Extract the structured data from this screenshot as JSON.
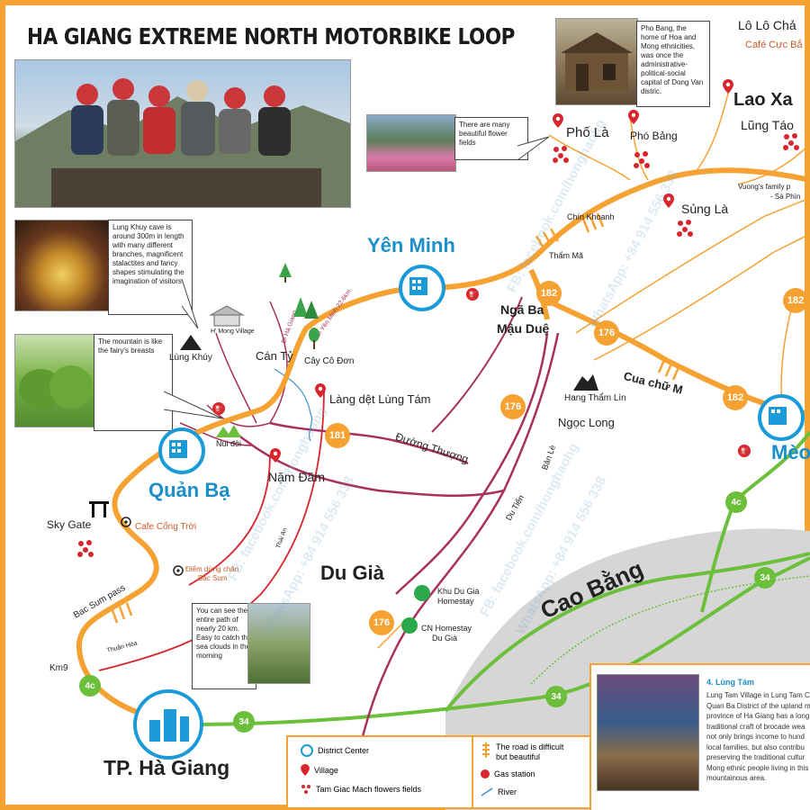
{
  "map_title": "HA GIANG EXTREME NORTH MOTORBIKE LOOP",
  "places": {
    "lo_lo_chai": "Lô Lô Chả",
    "cafe_cuc_bac": "Café Cực Bắ",
    "lao_xa": "Lao Xa",
    "lung_tao": "Lũng Táo",
    "vuong_family": "Vuong's family p",
    "sa_phin": "- Sà Phìn",
    "pho_la": "Phố Là",
    "pho_bang": "Phó Bảng",
    "sung_la": "Sủng Là",
    "chin_khoanh": "Chín Khoanh",
    "tham_ma": "Thẩm Mã",
    "yen_minh": "Yên Minh",
    "nga_ba_mau_due_1": "Ngã Ba",
    "nga_ba_mau_due_2": "Mậu Duệ",
    "cua_chu_m": "Cua chữ M",
    "meo_vac": "Mèo",
    "hang_tham_lin": "Hang Thẩm Lìn",
    "ngoc_long": "Ngọc Long",
    "ban_le": "Bản Lè",
    "du_tien": "Du Tiến",
    "duong_thuong": "Đường Thượng",
    "lung_tam": "Làng dệt Lùng Tám",
    "cay_co_don": "Cây Cô Đơn",
    "can_ty": "Cán Tỷ",
    "hmong_village": "H' Mong Village",
    "lung_khuy": "Lùng Khúy",
    "nui_doi": "Núi đôi",
    "quan_ba": "Quản Bạ",
    "nam_dam": "Nặm Đăm",
    "sky_gate": "Sky Gate",
    "cafe_cong_troi": "Cafe Cổng Trời",
    "diem_dung_1": "Điểm dừng chân",
    "diem_dung_2": "Bắc Sum",
    "bac_sum_pass": "Bac Sum pass",
    "thuan_hoa": "Thuận Hòa",
    "thai_an": "Thái An",
    "km9": "Km9",
    "du_gia": "Du Già",
    "khu_du_gia_1": "Khu Du Già",
    "khu_du_gia_2": "Homestay",
    "cn_homestay_1": "CN Homestay",
    "cn_homestay_2": "Du Già",
    "cao_bang": "Cao Bằng",
    "ha_giang": "TP. Hà Giang",
    "road_to_yen_minh": "Đi Yên Minh 22.6km",
    "road_label_small": "Đi Hà Giang"
  },
  "roads": {
    "r182a": "182",
    "r182b": "182",
    "r182c": "182",
    "r176a": "176",
    "r176b": "176",
    "r176c": "176",
    "r181": "181",
    "r34a": "34",
    "r34b": "34",
    "r34c": "34",
    "r4c_a": "4c",
    "r4c_b": "4c"
  },
  "callouts": {
    "pho_bang_note": "Pho Bang, the home of Hoa and Mong ethnicities, was once the administrative-political-social capital of Dong Van distric.",
    "flowers_note": "There are many beautiful flower fields",
    "lung_khuy_note": "Lung Khuy cave is around 300m in length with many different branches, magnificent stalactites and fancy shapes stimulating the imagination of visitors.",
    "mountain_note": "The mountain is like the fairy's breasts",
    "bac_sum_note": "You can see the entire path of nearly 20 km. Easy to catch the sea clouds in the morning"
  },
  "legend": {
    "district_center": "District Center",
    "village": "Village",
    "flowers": "Tam Giac Mach flowers fields",
    "difficult_road_1": "The road is difficult",
    "difficult_road_2": "but beautiful",
    "gas_station": "Gas station",
    "river": "River"
  },
  "info_box": {
    "heading": "4. Lùng Tám",
    "lines": [
      "Lung Tam Village in Lung Tam C",
      "Quan Ba District of the upland m",
      "province of Ha Giang has a long",
      "traditional craft of brocade wea",
      "not only brings income to hund",
      "local families, but also contribu",
      "preserving the traditional cultur",
      "Mong ethnic people living in this",
      "mountainous area."
    ]
  },
  "watermarks": {
    "fb": "FB: facebook.com/honghaohg",
    "whatsapp": "WhatsApp: +84 914 556 338"
  },
  "colors": {
    "main_road": "#f5a233",
    "secondary_road": "#a8305c",
    "red_road": "#d9262e",
    "green_road": "#6cbf3a",
    "district_blue": "#1a9ad6",
    "cao_bang_area": "#d6d6d6",
    "frame": "#f5a233"
  }
}
